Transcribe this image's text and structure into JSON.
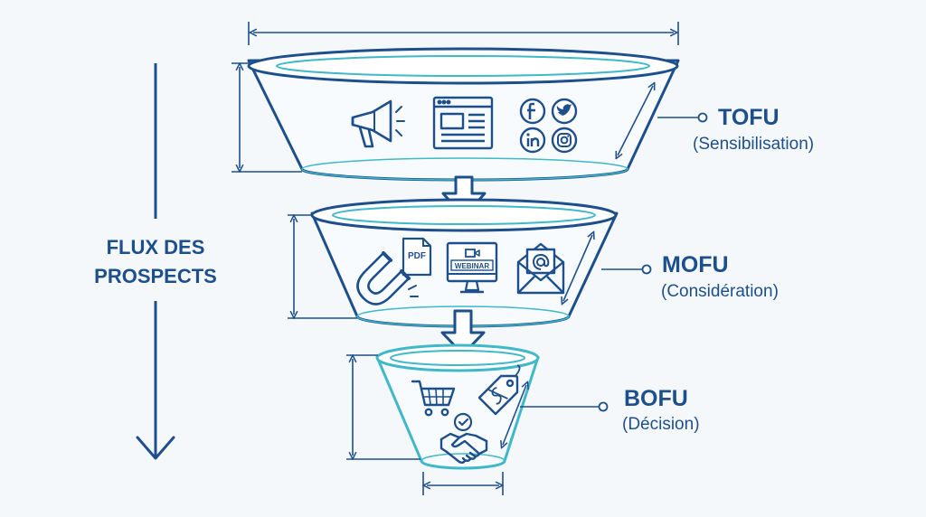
{
  "flow": {
    "line1": "FLUX DES",
    "line2": "PROSPECTS"
  },
  "stages": [
    {
      "title": "TOFU",
      "subtitle": "(Sensibilisation)",
      "icons": [
        "megaphone-icon",
        "article-icon",
        "facebook-icon",
        "twitter-icon",
        "linkedin-icon",
        "instagram-icon"
      ]
    },
    {
      "title": "MOFU",
      "subtitle": "(Considération)",
      "icons": [
        "magnet-icon",
        "pdf-file-icon",
        "webinar-monitor-icon",
        "email-icon"
      ]
    },
    {
      "title": "BOFU",
      "subtitle": "(Décision)",
      "icons": [
        "shopping-cart-icon",
        "price-tag-icon",
        "checkmark-icon",
        "handshake-icon"
      ]
    }
  ],
  "icon_text": {
    "pdf": "PDF",
    "webinar": "WEBINAR"
  },
  "colors": {
    "navy": "#1d4f8c",
    "teal": "#3fb8c9",
    "background": "#f5f8fb"
  }
}
